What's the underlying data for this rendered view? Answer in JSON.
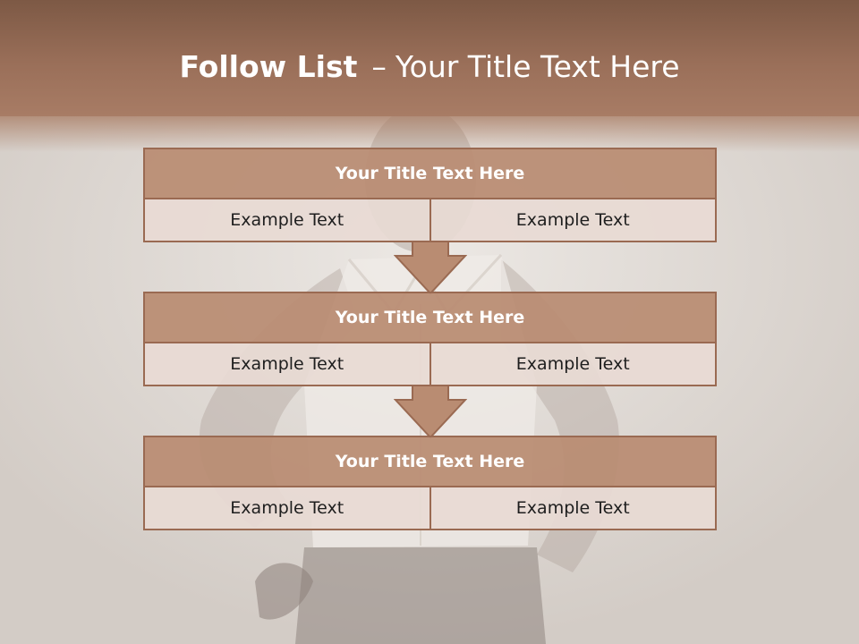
{
  "slide": {
    "title_bold": "Follow List",
    "title_separator": "–",
    "title_rest": "Your Title Text Here"
  },
  "steps": [
    {
      "title": "Your Title Text Here",
      "left": "Example Text",
      "right": "Example Text"
    },
    {
      "title": "Your Title Text Here",
      "left": "Example Text",
      "right": "Example Text"
    },
    {
      "title": "Your Title Text Here",
      "left": "Example Text",
      "right": "Example Text"
    }
  ],
  "colors": {
    "banner": "#9a6f59",
    "header_fill": "#b98c72",
    "border": "#9a6a52",
    "cell_fill": "#e8dad4"
  }
}
